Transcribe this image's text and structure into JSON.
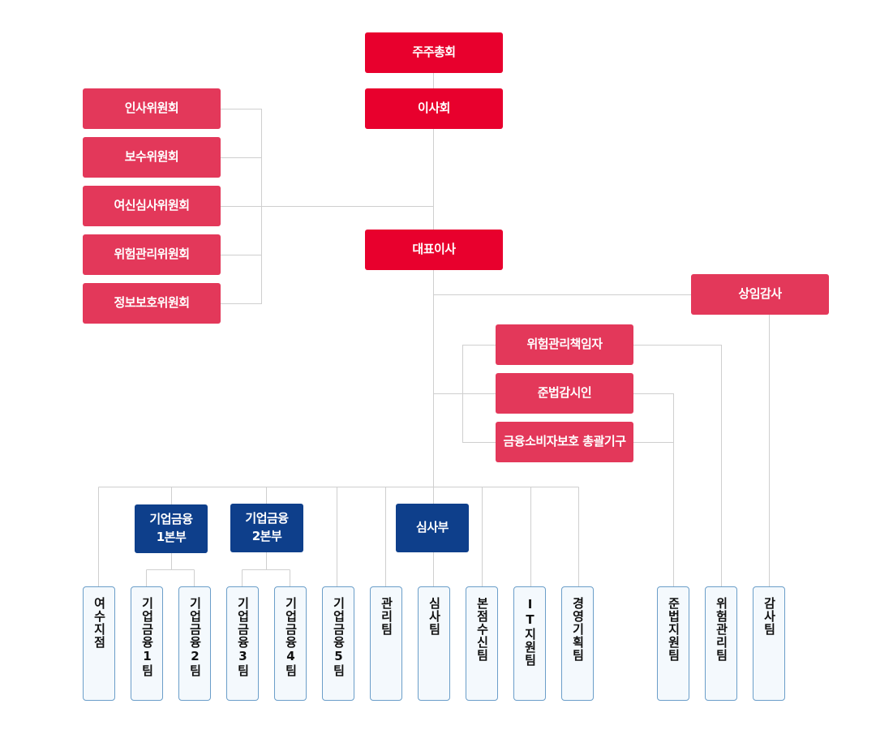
{
  "top": {
    "shareholders": "주주총회",
    "board": "이사회",
    "ceo": "대표이사",
    "auditor": "상임감사"
  },
  "committees": [
    "인사위원회",
    "보수위원회",
    "여신심사위원회",
    "위험관리위원회",
    "정보보호위원회"
  ],
  "officers": [
    "위험관리책임자",
    "준법감시인",
    "금융소비자보호 총괄기구"
  ],
  "divisions": {
    "corp1": "기업금융\n1본부",
    "corp2": "기업금융\n2본부",
    "review": "심사부"
  },
  "teams": [
    "여수지점",
    "기업금융1팀",
    "기업금융2팀",
    "기업금융3팀",
    "기업금융4팀",
    "기업금융5팀",
    "관리팀",
    "심사팀",
    "본점수신팀",
    "IT지원팀",
    "경영기획팀",
    "준법지원팀",
    "위험관리팀",
    "감사팀"
  ],
  "colors": {
    "top_red": "#e8002d",
    "committee_pink": "#e3385a",
    "division_navy": "#0e3f8b",
    "team_border": "#6b9ec9",
    "team_bg": "#f4f9fd",
    "connector": "#cccccc"
  }
}
